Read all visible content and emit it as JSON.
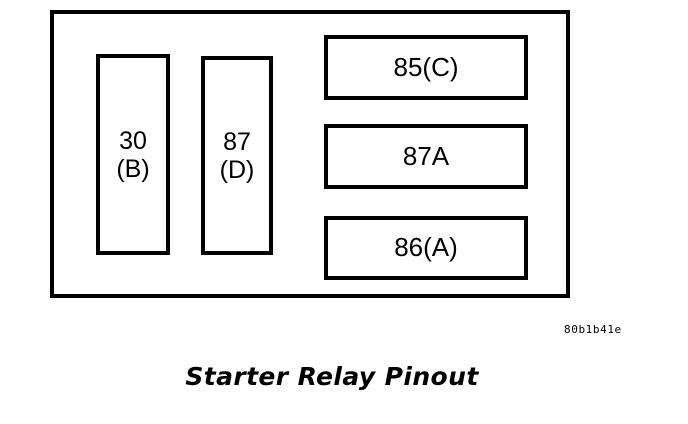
{
  "figure": {
    "caption": "Starter Relay Pinout",
    "reference_code": "80b1b41e",
    "stroke_color": "#000000",
    "background_color": "#ffffff"
  },
  "relay": {
    "body_label": "",
    "terminals_vertical": [
      {
        "number": "30",
        "letter": "(B)"
      },
      {
        "number": "87",
        "letter": "(D)"
      }
    ],
    "terminals_horizontal": [
      {
        "label": "85(C)"
      },
      {
        "label": "87A"
      },
      {
        "label": "86(A)"
      }
    ]
  }
}
